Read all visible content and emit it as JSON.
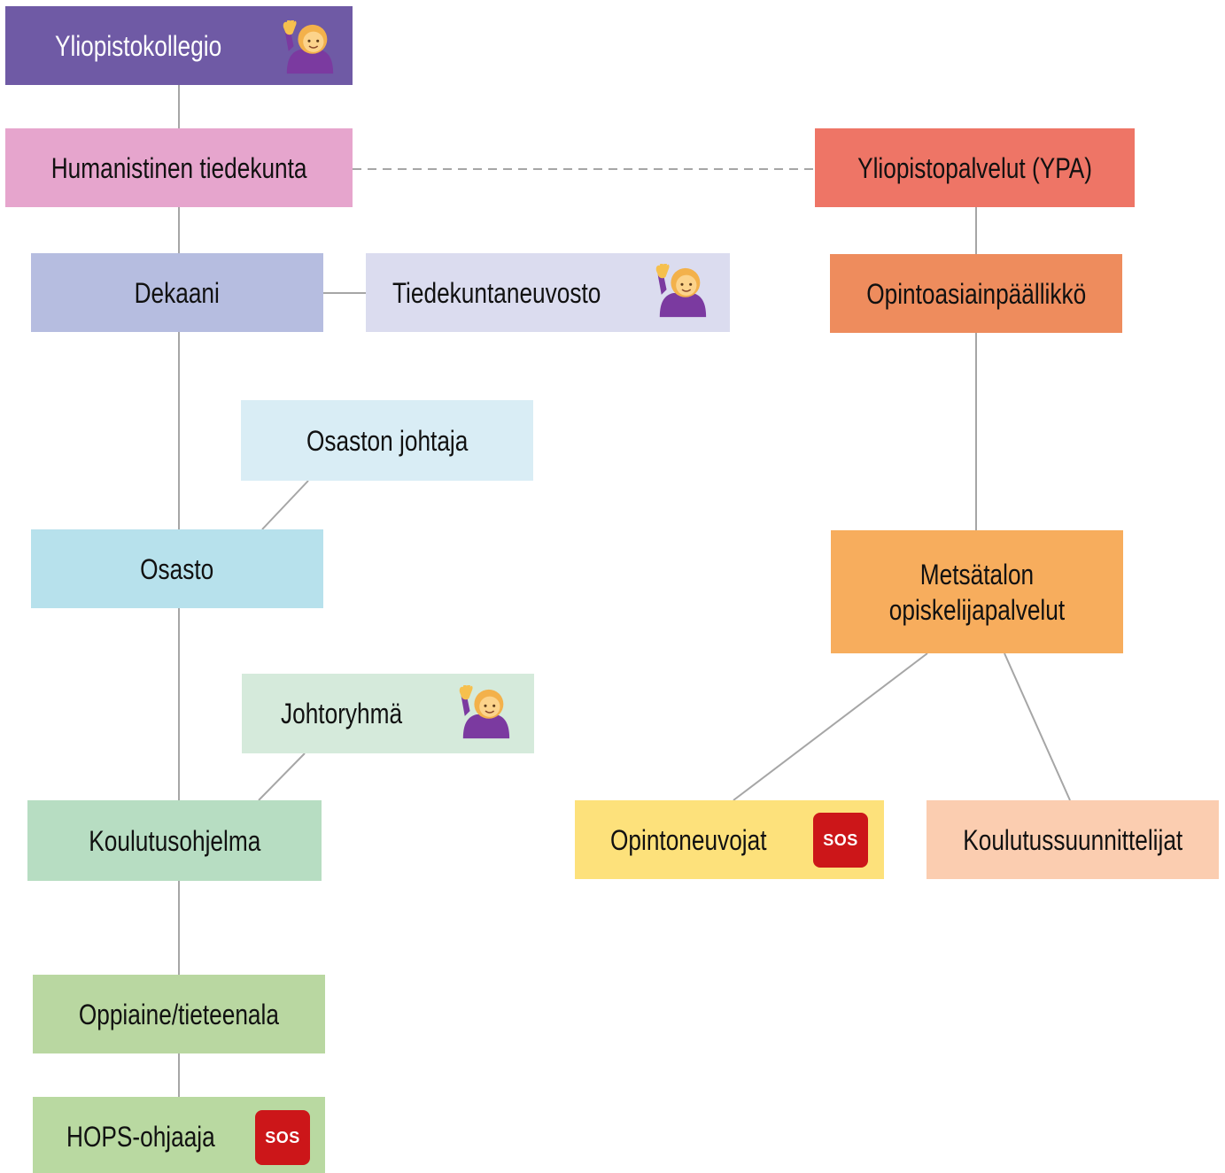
{
  "nodes": {
    "yliopistokollegio": {
      "label": "Yliopistokollegio",
      "color": "#6f5aa5"
    },
    "humanistinen": {
      "label": "Humanistinen tiedekunta",
      "color": "#e6a5cd"
    },
    "ypa": {
      "label": "Yliopistopalvelut (YPA)",
      "color": "#ee7566"
    },
    "dekaani": {
      "label": "Dekaani",
      "color": "#b6bde0"
    },
    "tiedekuntaneuvosto": {
      "label": "Tiedekuntaneuvosto",
      "color": "#dbdcef"
    },
    "opintoasiainpaallikko": {
      "label": "Opintoasiainpäällikkö",
      "color": "#ee8c5d"
    },
    "osaston_johtaja": {
      "label": "Osaston johtaja",
      "color": "#d9edf5"
    },
    "osasto": {
      "label": "Osasto",
      "color": "#b7e1ec"
    },
    "metsatalon": {
      "line1": "Metsätalon",
      "line2": "opiskelijapalvelut",
      "color": "#f7ad5d"
    },
    "johtoryhma": {
      "label": "Johtoryhmä",
      "color": "#d5eadb"
    },
    "koulutusohjelma": {
      "label": "Koulutusohjelma",
      "color": "#b7ddc2"
    },
    "opintoneuvojat": {
      "label": "Opintoneuvojat",
      "color": "#fde17b"
    },
    "koulutussuunnittelijat": {
      "label": "Koulutussuunnittelijat",
      "color": "#fbcdb0"
    },
    "oppiaine": {
      "label": "Oppiaine/tieteenala",
      "color": "#b9d7a1"
    },
    "hops": {
      "label": "HOPS-ohjaaja",
      "color": "#b9d9a1"
    }
  },
  "icons": {
    "hand": "raising-hand-woman",
    "sos": "SOS",
    "sos_color": "#cc1619"
  },
  "link_color": "#a6a6a6"
}
